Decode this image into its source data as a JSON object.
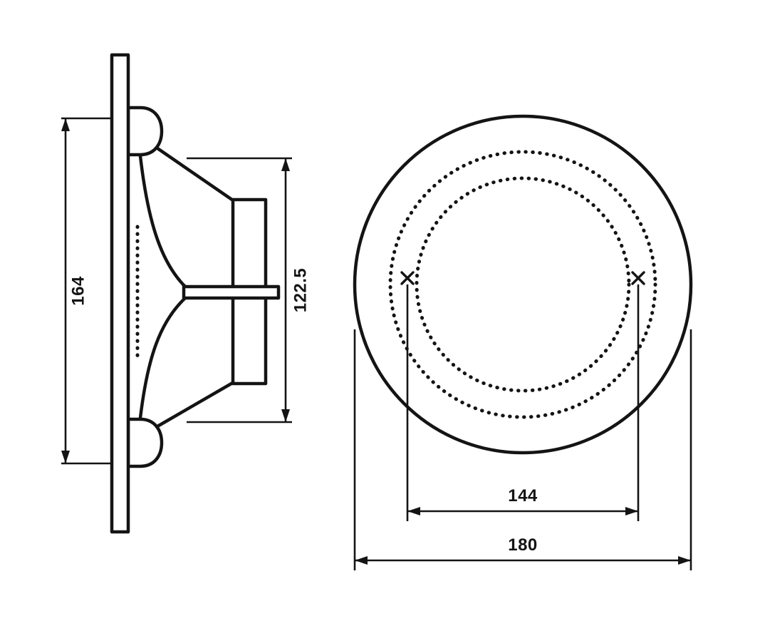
{
  "drawing": {
    "ink_color": "#141414",
    "background_color": "#ffffff",
    "dimensions": {
      "side_height": "164",
      "cone_depth": "122.5",
      "hole_spacing": "144",
      "overall_diameter": "180"
    }
  }
}
